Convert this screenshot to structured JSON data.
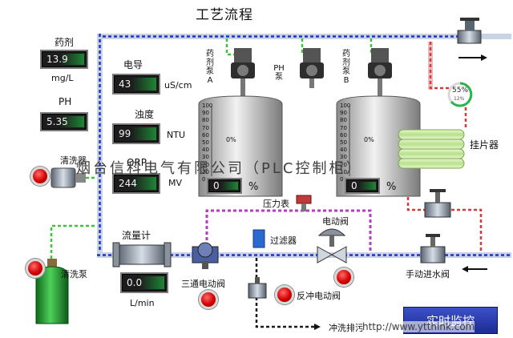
{
  "title": "工艺流程",
  "watermark": "烟台信科电气有限公司（PLC控制柜）",
  "url_overlay": "http://www.ytthink.com",
  "realtime_button": "实时监控",
  "readings": {
    "chemical": {
      "label": "药剂",
      "value": "13.9",
      "unit": "mg/L"
    },
    "ph": {
      "label": "PH",
      "value": "5.35"
    },
    "conductivity": {
      "label": "电导",
      "value": "43",
      "unit": "uS/cm"
    },
    "turbidity": {
      "label": "浊度",
      "value": "99",
      "unit": "NTU"
    },
    "orp": {
      "label": "ORP",
      "value": "244",
      "unit": "MV"
    },
    "flow": {
      "label": "流量计",
      "value": "0.0",
      "unit": "L/min"
    }
  },
  "tanks": {
    "left": {
      "value": "0",
      "unit": "%",
      "inner_label": "0%",
      "scale": [
        "100",
        "90",
        "80",
        "70",
        "60",
        "50",
        "40",
        "30",
        "20",
        "10",
        "0"
      ]
    },
    "right": {
      "value": "0",
      "unit": "%",
      "inner_label": "0%",
      "scale": [
        "100",
        "90",
        "80",
        "70",
        "60",
        "50",
        "40",
        "30",
        "20",
        "10",
        "0"
      ]
    }
  },
  "pumps": {
    "a": "药剂泵A",
    "ph": "PH泵",
    "b": "药剂泵B"
  },
  "labels": {
    "cleaner": "清洗器",
    "cleaning_pump": "清洗泵",
    "pressure_gauge": "压力表",
    "electric_valve": "电动阀",
    "filter": "过滤器",
    "three_way_valve": "三通电动阀",
    "backflush_valve": "反冲电动阀",
    "drain": "冲洗排污",
    "manual_inlet_valve": "手动进水阀",
    "hanging_plate": "挂片器"
  },
  "gauge": {
    "percent": "55%",
    "sub": "12%"
  },
  "colors": {
    "pipe_blue": "#2430c8",
    "pipe_green": "#3ec13e",
    "pipe_red": "#d43a3a",
    "pipe_purple": "#b53cc2",
    "pipe_black": "#1a1a1a",
    "pipe_body": "#b8c4d8",
    "realtime_bg": "#2a3bb0"
  }
}
